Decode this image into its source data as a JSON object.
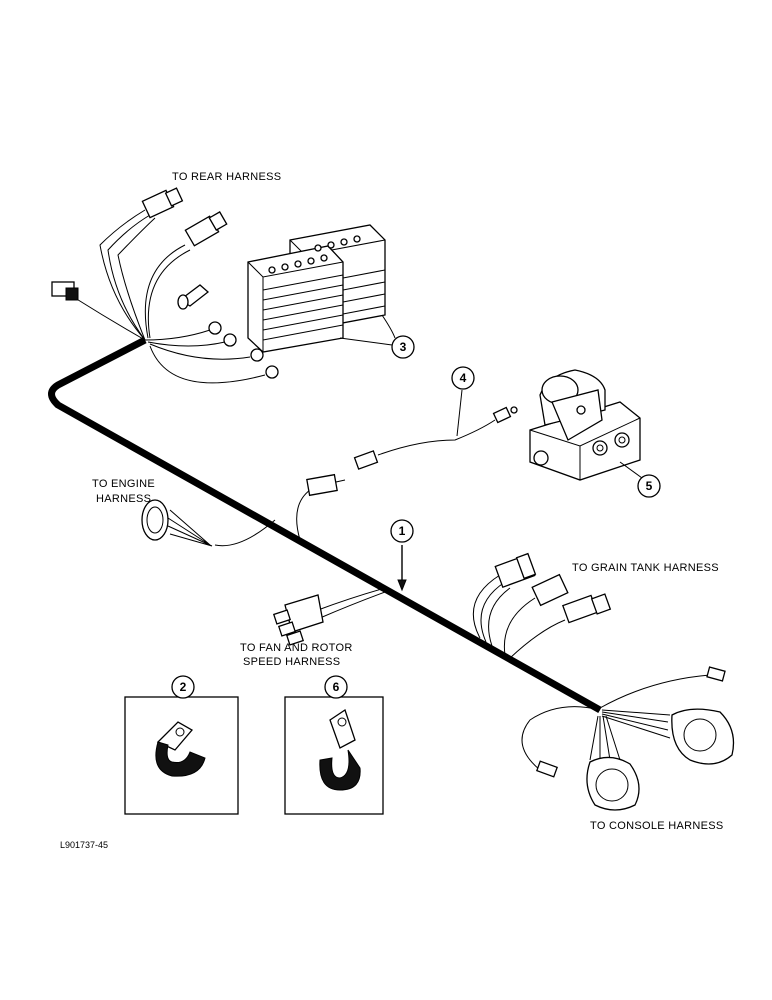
{
  "labels": {
    "rear_harness": "TO REAR HARNESS",
    "engine_harness_1": "TO ENGINE",
    "engine_harness_2": "HARNESS",
    "grain_tank": "TO GRAIN TANK HARNESS",
    "fan_rotor_1": "TO FAN AND ROTOR",
    "fan_rotor_2": "SPEED HARNESS",
    "console": "TO CONSOLE HARNESS",
    "figure_code": "L901737-45"
  },
  "callouts": [
    "1",
    "2",
    "3",
    "4",
    "5",
    "6"
  ]
}
